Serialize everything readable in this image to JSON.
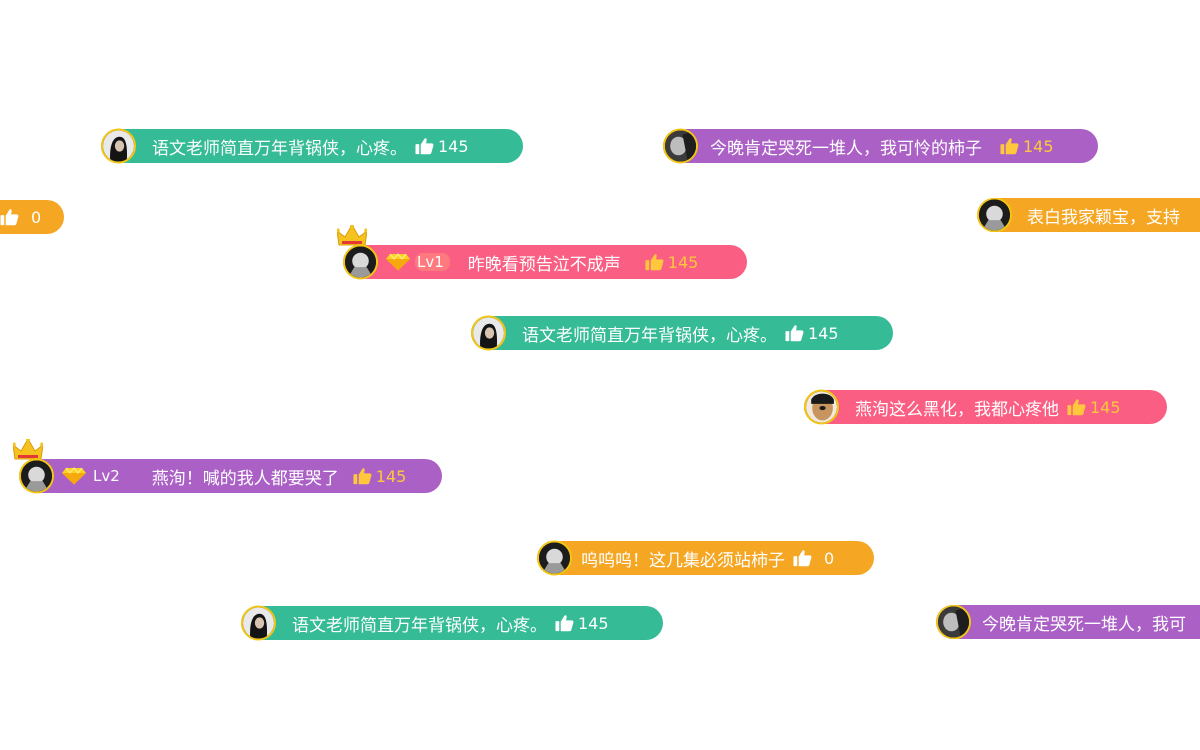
{
  "danmu": [
    {
      "text": "语文老师简直万年背锅侠，心疼。",
      "likes": "145",
      "color": "#35bb96"
    },
    {
      "text": "今晚肯定哭死一堆人，我可怜的柿子",
      "likes": "145",
      "color": "#ab60c6"
    },
    {
      "text": "",
      "likes": "0",
      "color": "#f5a623"
    },
    {
      "text": "表白我家颖宝，支持",
      "likes": "",
      "color": "#f5a623"
    },
    {
      "text": "昨晚看预告泣不成声",
      "likes": "145",
      "level": "Lv1",
      "vip": true,
      "color": "#fa5e83"
    },
    {
      "text": "语文老师简直万年背锅侠，心疼。",
      "likes": "145",
      "color": "#35bb96"
    },
    {
      "text": "燕洵这么黑化，我都心疼他",
      "likes": "145",
      "color": "#fa5e83"
    },
    {
      "text": "燕洵！喊的我人都要哭了",
      "likes": "145",
      "level": "Lv2",
      "vip": true,
      "color": "#ab60c6"
    },
    {
      "text": "呜呜呜！这几集必须站柿子",
      "likes": "0",
      "color": "#f5a623"
    },
    {
      "text": "语文老师简直万年背锅侠，心疼。",
      "likes": "145",
      "color": "#35bb96"
    },
    {
      "text": "今晚肯定哭死一堆人，我可",
      "likes": "",
      "color": "#ab60c6"
    }
  ]
}
